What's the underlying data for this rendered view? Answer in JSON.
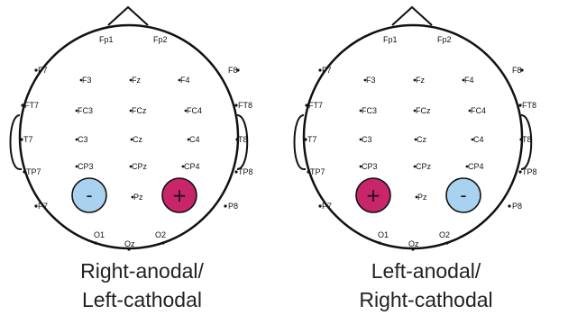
{
  "montages": [
    {
      "anode_position": "P4",
      "cathode_position": "P3",
      "caption_line1": "Right-anodal/",
      "caption_line2": "Left-cathodal"
    },
    {
      "anode_position": "P3",
      "cathode_position": "P4",
      "caption_line1": "Left-anodal/",
      "caption_line2": "Right-cathodal"
    }
  ],
  "anode_symbol": "+",
  "cathode_symbol": "-",
  "anode_color": "#c8256a",
  "cathode_color": "#a9d2f0",
  "channels": {
    "fp1": "Fp1",
    "fp2": "Fp2",
    "f7": "F7",
    "f3": "F3",
    "fz": "Fz",
    "f4": "F4",
    "f8": "F8",
    "ft7": "FT7",
    "fc3": "FC3",
    "fcz": "FCz",
    "fc4": "FC4",
    "ft8": "FT8",
    "t7": "T7",
    "c3": "C3",
    "cz": "Cz",
    "c4": "C4",
    "t8": "T8",
    "tp7": "TP7",
    "cp3": "CP3",
    "cpz": "CPz",
    "cp4": "CP4",
    "tp8": "TP8",
    "p7": "P7",
    "pz": "Pz",
    "p8": "P8",
    "o1": "O1",
    "oz": "Oz",
    "o2": "O2"
  }
}
